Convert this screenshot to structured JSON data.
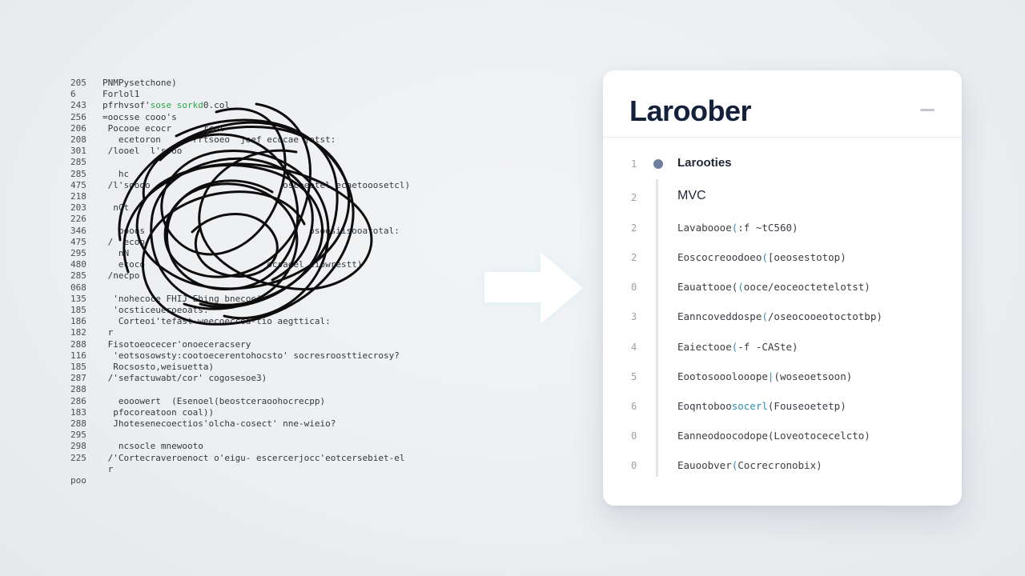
{
  "code": [
    {
      "ln": "205",
      "text": "PNMPysetchone)"
    },
    {
      "ln": "6",
      "text": "Forlol1"
    },
    {
      "ln": "243",
      "text": "pfrhvsof'",
      "hl": "sose sorkd",
      "rest": "0.col"
    },
    {
      "ln": "256",
      "text": "=oocsse cooo's"
    },
    {
      "ln": "206",
      "text": " Pocooe ecocr      rcot"
    },
    {
      "ln": "208",
      "text": "   ecetoron      rrtsoeo  joef ecocae jotst:"
    },
    {
      "ln": "301",
      "text": " /looel  l'sooo"
    },
    {
      "ln": "285",
      "text": ""
    },
    {
      "ln": "285",
      "text": "   hc"
    },
    {
      "ln": "475",
      "text": " /l'soooo                         oscoeotel ecaetooosetcl)"
    },
    {
      "ln": "218",
      "text": "   "
    },
    {
      "ln": "203",
      "text": "  nCt"
    },
    {
      "ln": "226",
      "text": ""
    },
    {
      "ln": "346",
      "text": "   pooos                            j  osoesiisooatotal:"
    },
    {
      "ln": "475",
      "text": " /  ecoo"
    },
    {
      "ln": "295",
      "text": "   nN"
    },
    {
      "ln": "480",
      "text": "   ecoco                       ocsaeel ciowrestt)"
    },
    {
      "ln": "285",
      "text": " /necpo"
    },
    {
      "ln": "068",
      "text": ""
    },
    {
      "ln": "135",
      "text": "  'nohecoce FHIJ Ebing bnecoe'"
    },
    {
      "ln": "185",
      "text": "  'ocsticeueroeoats:"
    },
    {
      "ln": "186",
      "text": "   Corteoi'tefast weecoeccoa-tio aegttical:"
    },
    {
      "ln": "182",
      "text": " r"
    },
    {
      "ln": "288",
      "text": " Fisotoeocecer'onoeceracsery"
    },
    {
      "ln": "116",
      "text": "  'eotsosowsty:cootoecerentohocsto' socresroosttiecrosy?"
    },
    {
      "ln": "185",
      "text": "  Rocsosto,weisuetta)"
    },
    {
      "ln": "287",
      "text": " /'sefactuwabt/cor' cogosesoe3)"
    },
    {
      "ln": "288",
      "text": ""
    },
    {
      "ln": "286",
      "text": "   eooowert  (Esenoel(beostceraoohocrecpp)"
    },
    {
      "ln": "183",
      "text": "  pfocoreatoon coal))"
    },
    {
      "ln": "288",
      "text": "  Jhotesenecoectios'olcha-cosect' nne-wieio?"
    },
    {
      "ln": "295",
      "text": ""
    },
    {
      "ln": "298",
      "text": "   ncsocle mnewooto"
    },
    {
      "ln": "225",
      "text": " /'Cortecraveroenoct o'eigu- escercerjocc'eotcersebiet-el"
    },
    {
      "ln": "",
      "text": " r"
    },
    {
      "ln": "poo",
      "text": ""
    }
  ],
  "panel": {
    "title": "Laroober",
    "items": [
      {
        "num": "1",
        "label": "Larooties"
      },
      {
        "num": "2",
        "label": "MVC"
      },
      {
        "num": "2",
        "label": "Lavaboooe",
        "hl": "(",
        "rest": ":f ~tC560)"
      },
      {
        "num": "2",
        "label": "Eoscocreoodoeo",
        "hl": "(",
        "rest": "[oeosestotop)"
      },
      {
        "num": "0",
        "label": "Eauattooe(",
        "hl": "(",
        "rest": "ooce/eoceoctetelotst)"
      },
      {
        "num": "3",
        "label": "Eanncoveddospe",
        "hl": "(",
        "rest": "/oseocooeotoctotbp)"
      },
      {
        "num": "4",
        "label": "Eaiectooe",
        "hl": "(",
        "rest": "-f -CASte)"
      },
      {
        "num": "5",
        "label": "Eootosooolooope",
        "hl": "|",
        "rest": "(woseoetsoon)"
      },
      {
        "num": "6",
        "label": "Eoqntoboo",
        "hl": "socerl",
        "rest": "(Fouseoetetp)"
      },
      {
        "num": "0",
        "label": "Eanneodoocodope",
        "hl": "",
        "rest": "(Loveotocecelcto)"
      },
      {
        "num": "0",
        "label": "Eauoobver",
        "hl": "(",
        "rest": "Cocrecronobix)"
      }
    ]
  },
  "colors": {
    "accent": "#2aa84a",
    "title": "#14213d",
    "dot": "#6e7f9d",
    "arrow": "#ffffff"
  },
  "icons": {
    "arrow": "right-arrow-icon",
    "minimize": "minimize-icon"
  }
}
